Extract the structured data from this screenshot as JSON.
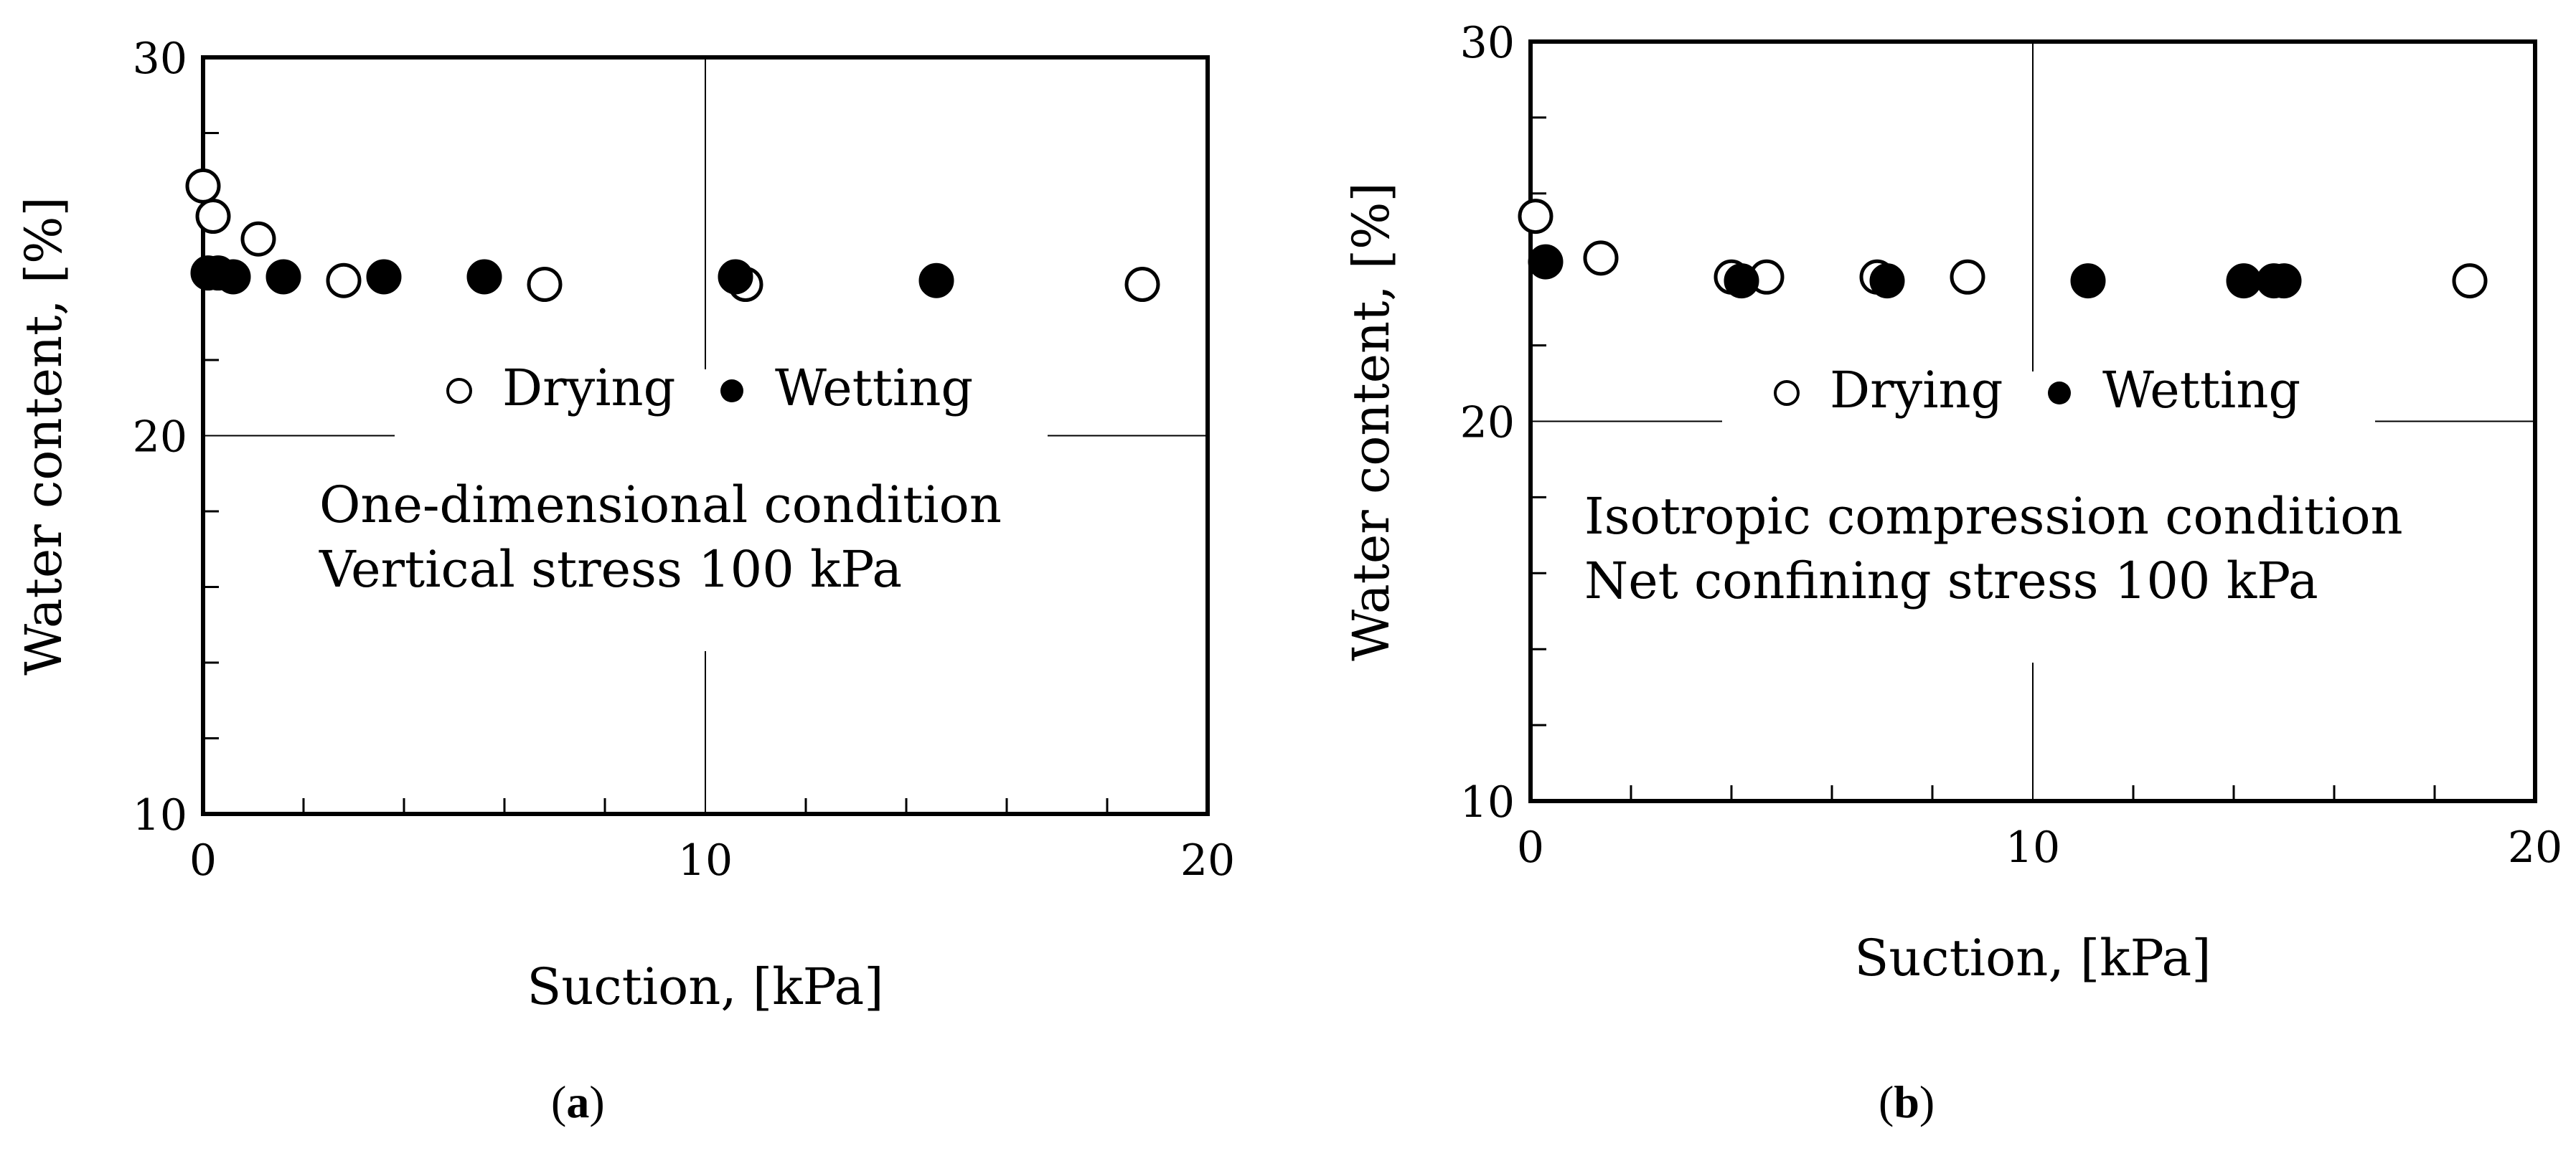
{
  "chart_data": [
    {
      "type": "scatter",
      "panel_label": "a",
      "xlabel": "Suction, [kPa]",
      "ylabel": "Water content, [%]",
      "xlim": [
        0,
        20
      ],
      "ylim": [
        10,
        30
      ],
      "x_ticks": [
        "0",
        "10",
        "20"
      ],
      "y_ticks": [
        "10",
        "20",
        "30"
      ],
      "grid": "single gridline at x=10 and y=20",
      "legend": {
        "placement": "center",
        "entries": [
          "Drying",
          "Wetting"
        ]
      },
      "annotation": [
        "One-dimensional condition",
        "Vertical stress 100 kPa"
      ],
      "series": [
        {
          "name": "Drying",
          "marker": "open-circle",
          "x": [
            0.0,
            0.2,
            1.1,
            2.8,
            6.8,
            10.8,
            18.7
          ],
          "y": [
            26.6,
            25.8,
            25.2,
            24.1,
            24.0,
            24.0,
            24.0
          ]
        },
        {
          "name": "Wetting",
          "marker": "filled-circle",
          "x": [
            0.1,
            0.3,
            0.6,
            1.6,
            3.6,
            5.6,
            10.6,
            14.6
          ],
          "y": [
            24.3,
            24.3,
            24.2,
            24.2,
            24.2,
            24.2,
            24.2,
            24.1
          ]
        }
      ]
    },
    {
      "type": "scatter",
      "panel_label": "b",
      "xlabel": "Suction, [kPa]",
      "ylabel": "Water content, [%]",
      "xlim": [
        0,
        20
      ],
      "ylim": [
        10,
        30
      ],
      "x_ticks": [
        "0",
        "10",
        "20"
      ],
      "y_ticks": [
        "10",
        "20",
        "30"
      ],
      "grid": "single gridline at x=10 and y=20",
      "legend": {
        "placement": "center",
        "entries": [
          "Drying",
          "Wetting"
        ]
      },
      "annotation": [
        "Isotropic compression condition",
        "Net confining stress 100 kPa"
      ],
      "series": [
        {
          "name": "Drying",
          "marker": "open-circle",
          "x": [
            0.1,
            1.4,
            4.0,
            4.7,
            6.9,
            8.7,
            18.7
          ],
          "y": [
            25.4,
            24.3,
            23.8,
            23.8,
            23.8,
            23.8,
            23.7
          ]
        },
        {
          "name": "Wetting",
          "marker": "filled-circle",
          "x": [
            0.3,
            4.2,
            7.1,
            11.1,
            14.2,
            14.8,
            15.0
          ],
          "y": [
            24.2,
            23.7,
            23.7,
            23.7,
            23.7,
            23.7,
            23.7
          ]
        }
      ]
    }
  ]
}
